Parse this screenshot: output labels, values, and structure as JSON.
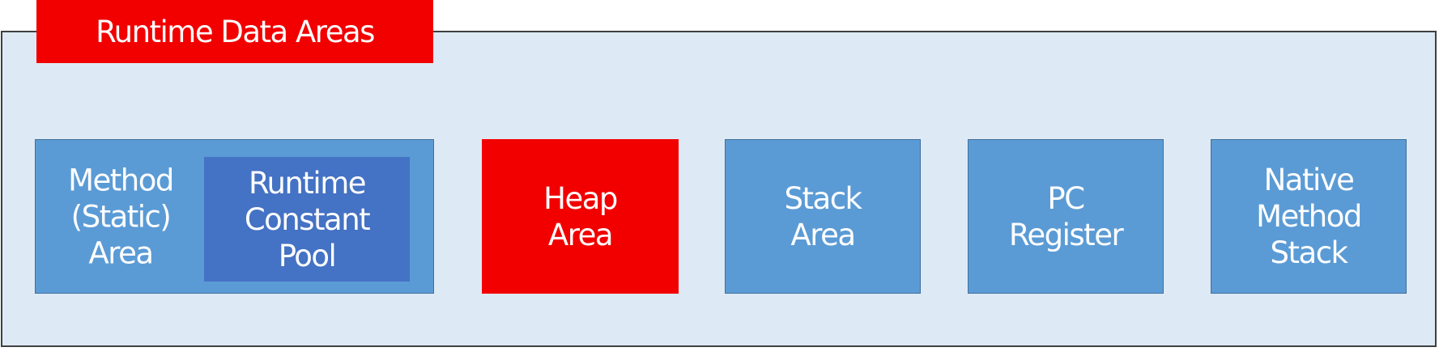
{
  "title": "Runtime Data Areas",
  "areas": {
    "method": "Method\n(Static)\nArea",
    "runtime_constant_pool": "Runtime\nConstant\nPool",
    "heap": "Heap\nArea",
    "stack": "Stack\nArea",
    "pc_register": "PC\nRegister",
    "native_method_stack": "Native\nMethod\nStack"
  },
  "colors": {
    "outer_background": "#dde9f5",
    "outer_border": "#404040",
    "highlight_red": "#f20000",
    "area_blue": "#5b9bd5",
    "pool_blue": "#4472c4",
    "area_border": "#41719c",
    "text": "#ffffff"
  }
}
